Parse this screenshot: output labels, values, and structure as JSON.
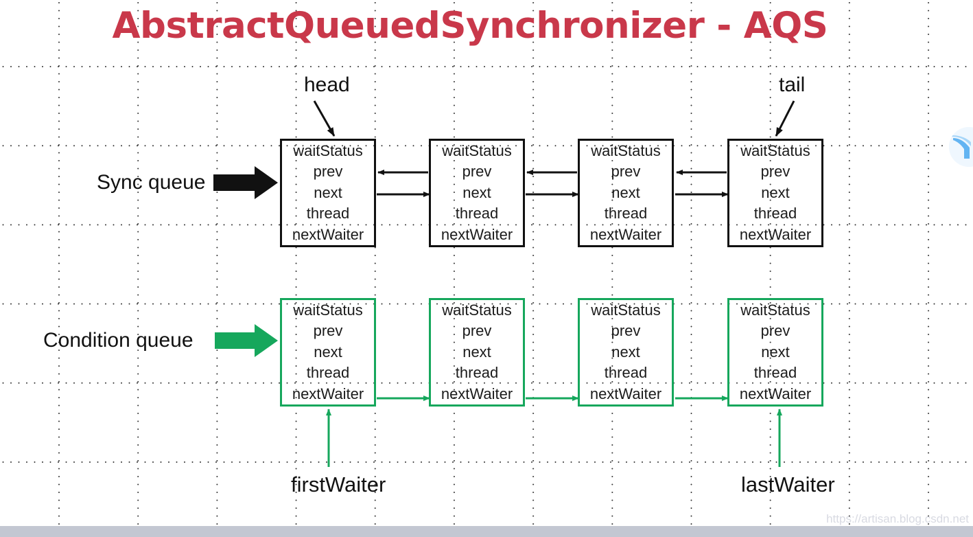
{
  "title": "AbstractQueuedSynchronizer - AQS",
  "colors": {
    "title": "#c9384a",
    "sync_border": "#111111",
    "condition_border": "#16a75c",
    "condition_arrow": "#16a75c",
    "sync_arrow": "#111111",
    "bottom_bar": "#c3c7d2",
    "watermark": "#d8dae2"
  },
  "node_fields": [
    "waitStatus",
    "prev",
    "next",
    "thread",
    "nextWaiter"
  ],
  "sync_queue": {
    "label": "Sync queue",
    "pointers": {
      "head": "head",
      "tail": "tail"
    },
    "nodes": [
      {
        "fields": [
          "waitStatus",
          "prev",
          "next",
          "thread",
          "nextWaiter"
        ]
      },
      {
        "fields": [
          "waitStatus",
          "prev",
          "next",
          "thread",
          "nextWaiter"
        ]
      },
      {
        "fields": [
          "waitStatus",
          "prev",
          "next",
          "thread",
          "nextWaiter"
        ]
      },
      {
        "fields": [
          "waitStatus",
          "prev",
          "next",
          "thread",
          "nextWaiter"
        ]
      }
    ]
  },
  "condition_queue": {
    "label": "Condition queue",
    "pointers": {
      "first": "firstWaiter",
      "last": "lastWaiter"
    },
    "nodes": [
      {
        "fields": [
          "waitStatus",
          "prev",
          "next",
          "thread",
          "nextWaiter"
        ]
      },
      {
        "fields": [
          "waitStatus",
          "prev",
          "next",
          "thread",
          "nextWaiter"
        ]
      },
      {
        "fields": [
          "waitStatus",
          "prev",
          "next",
          "thread",
          "nextWaiter"
        ]
      },
      {
        "fields": [
          "waitStatus",
          "prev",
          "next",
          "thread",
          "nextWaiter"
        ]
      }
    ]
  },
  "watermark": "https://artisan.blog.csdn.net"
}
